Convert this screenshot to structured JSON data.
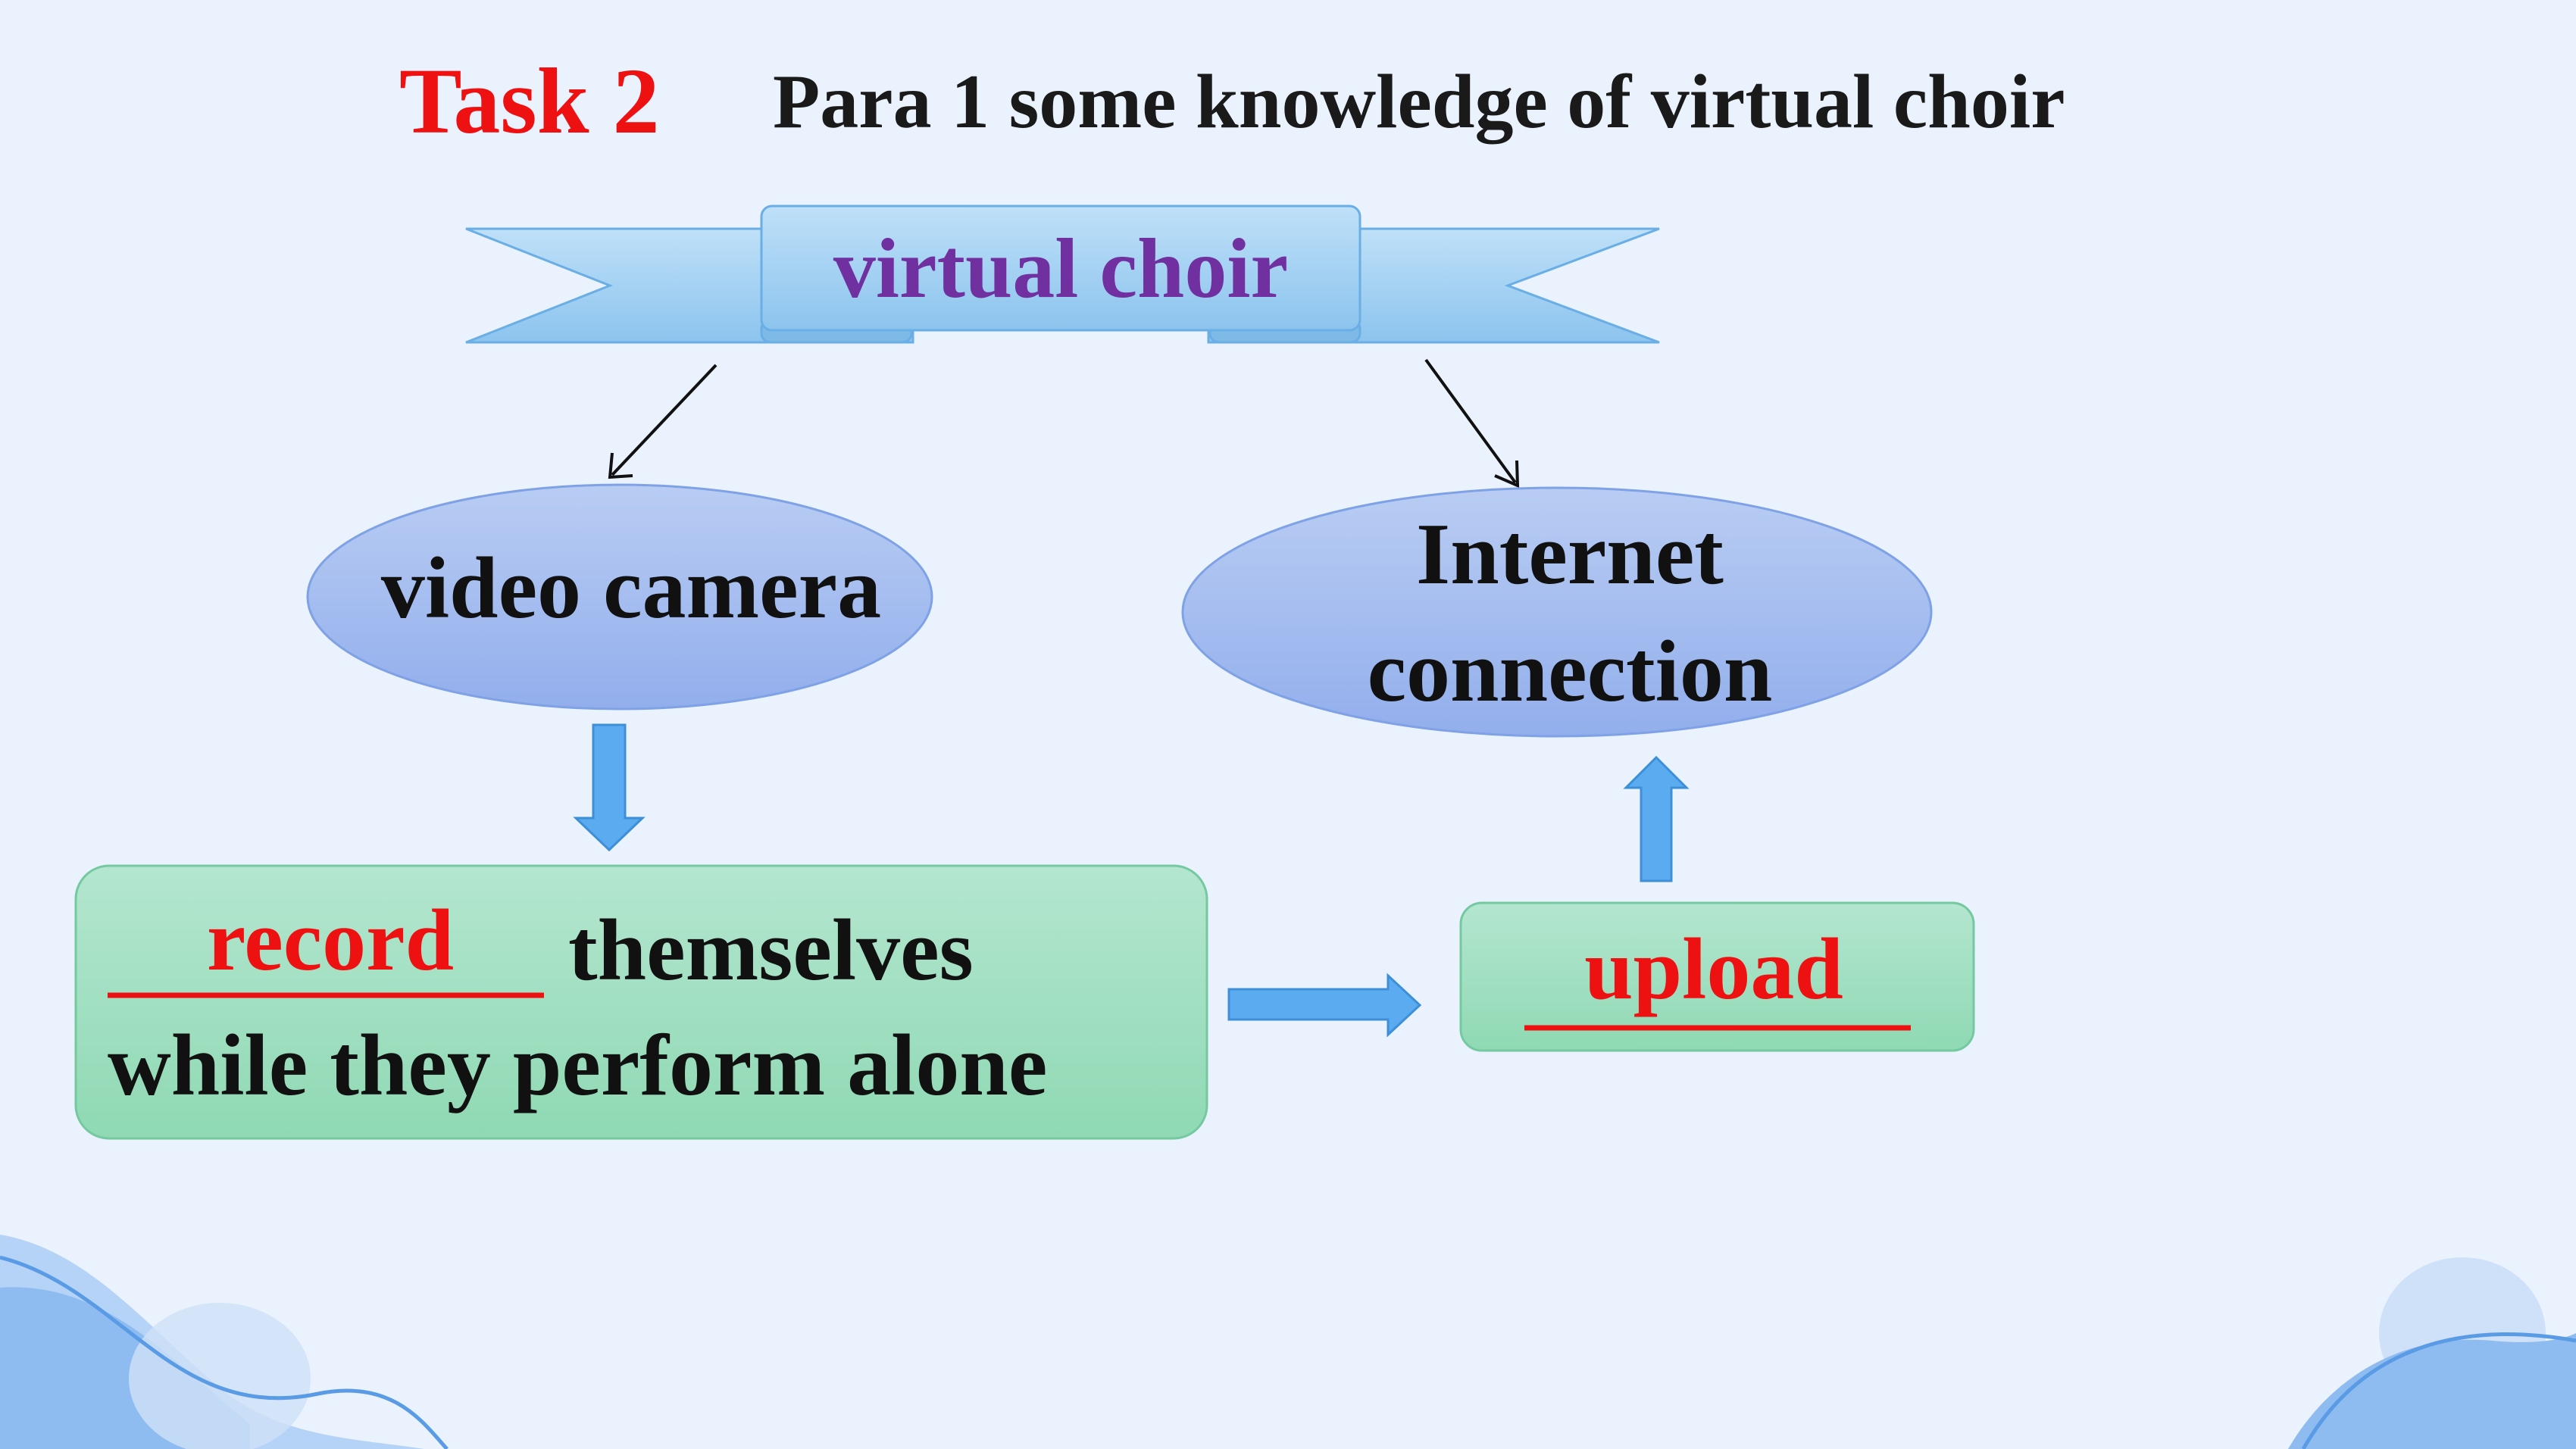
{
  "title": {
    "task_label": "Task 2",
    "heading": "Para 1 some knowledge of virtual choir"
  },
  "banner": {
    "label": "virtual choir"
  },
  "nodes": {
    "video_camera": {
      "label": "video camera"
    },
    "internet": {
      "line1": "Internet",
      "line2": "connection"
    }
  },
  "record_box": {
    "blank_answer": "record",
    "line1_rest": "themselves",
    "line2": "while they perform alone"
  },
  "upload_box": {
    "blank_answer": "upload"
  },
  "colors": {
    "task_label": "#ee1111",
    "answer": "#ee1111",
    "banner_text": "#7030a0",
    "body_text": "#111111",
    "banner_fill": "#a9d3f5",
    "ellipse_fill": "#a3b9ef",
    "box_fill": "#a3e0c4",
    "block_arrow": "#5aabf0",
    "background": "#eaf2fd"
  }
}
